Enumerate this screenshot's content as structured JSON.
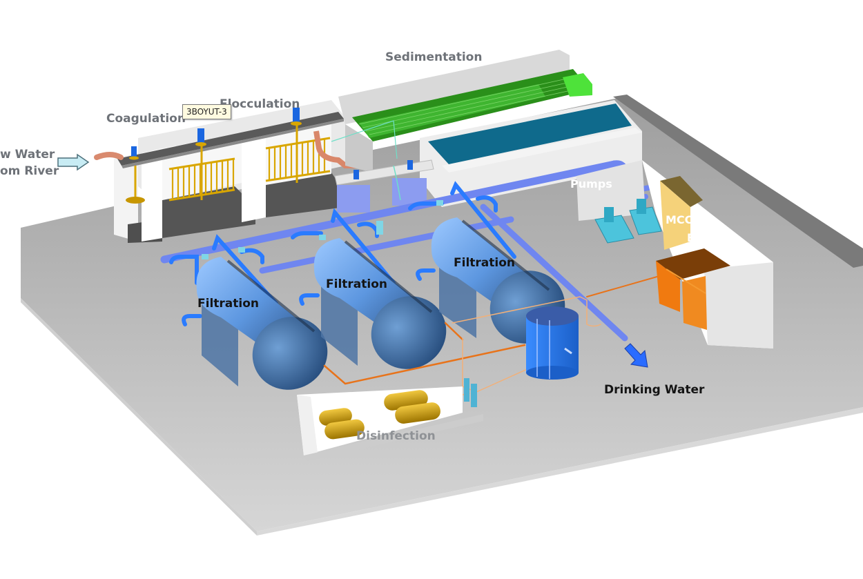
{
  "diagram": {
    "title": "Water Treatment Plant Layout",
    "labels": {
      "raw_water_line1": "w Water",
      "raw_water_line2": "om River",
      "coagulation": "Coagulation",
      "flocculation": "Flocculation",
      "sedimentation": "Sedimentation",
      "filtration_1": "Filtration",
      "filtration_2": "Filtration",
      "filtration_3": "Filtration",
      "pumps": "Pumps",
      "mcc": "MCC",
      "blower": "Blo",
      "disinfection": "Disinfection",
      "drinking_water": "Drinking Water"
    },
    "tooltip": "3BOYUT-3",
    "colors": {
      "floor": "#a9a9a9",
      "wall": "#e6e6e6",
      "pipe_blue": "#6f86f0",
      "tank_blue": "#5f9be6",
      "sediment_green": "#2ea82a",
      "clearwell_teal": "#0f6a8c",
      "gold": "#d7a400",
      "orange": "#f07a10",
      "mcc_yellow": "#f5d27a",
      "pump_cyan": "#4cc4dc",
      "copper": "#d98a6e"
    }
  }
}
